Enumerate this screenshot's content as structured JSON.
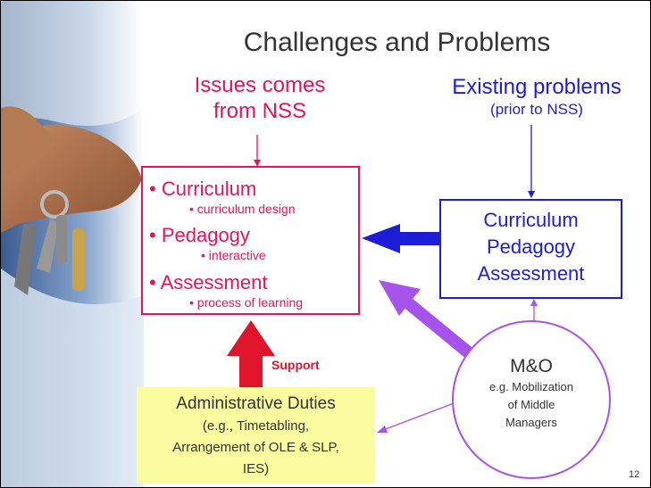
{
  "title": "Challenges and Problems",
  "issues_heading": [
    "Issues comes",
    "from NSS"
  ],
  "existing_heading": {
    "main": "Existing problems",
    "sub": "(prior to NSS)"
  },
  "issues_box": {
    "items": [
      {
        "label": "Curriculum",
        "sub": "curriculum design"
      },
      {
        "label": "Pedagogy",
        "sub": "interactive"
      },
      {
        "label": "Assessment",
        "sub": "process of learning"
      }
    ]
  },
  "existing_box": [
    "Curriculum",
    "Pedagogy",
    "Assessment"
  ],
  "support_label": "Support",
  "admin_box": {
    "main": "Administrative Duties",
    "sub_lines": [
      "(e.g., Timetabling,",
      "Arrangement of OLE & SLP,",
      "IES)"
    ]
  },
  "mo_circle": {
    "main": "M&O",
    "sub_lines": [
      "e.g. Mobilization",
      "of Middle",
      "Managers"
    ]
  },
  "page_number": "12",
  "colors": {
    "red": "#e5145c",
    "blue": "#1d1dd6",
    "purple": "#a653ec",
    "yellow": "#fbfb9f",
    "support_red": "#e0142b"
  },
  "images": {
    "left_photo": "hand-holding-keys"
  }
}
